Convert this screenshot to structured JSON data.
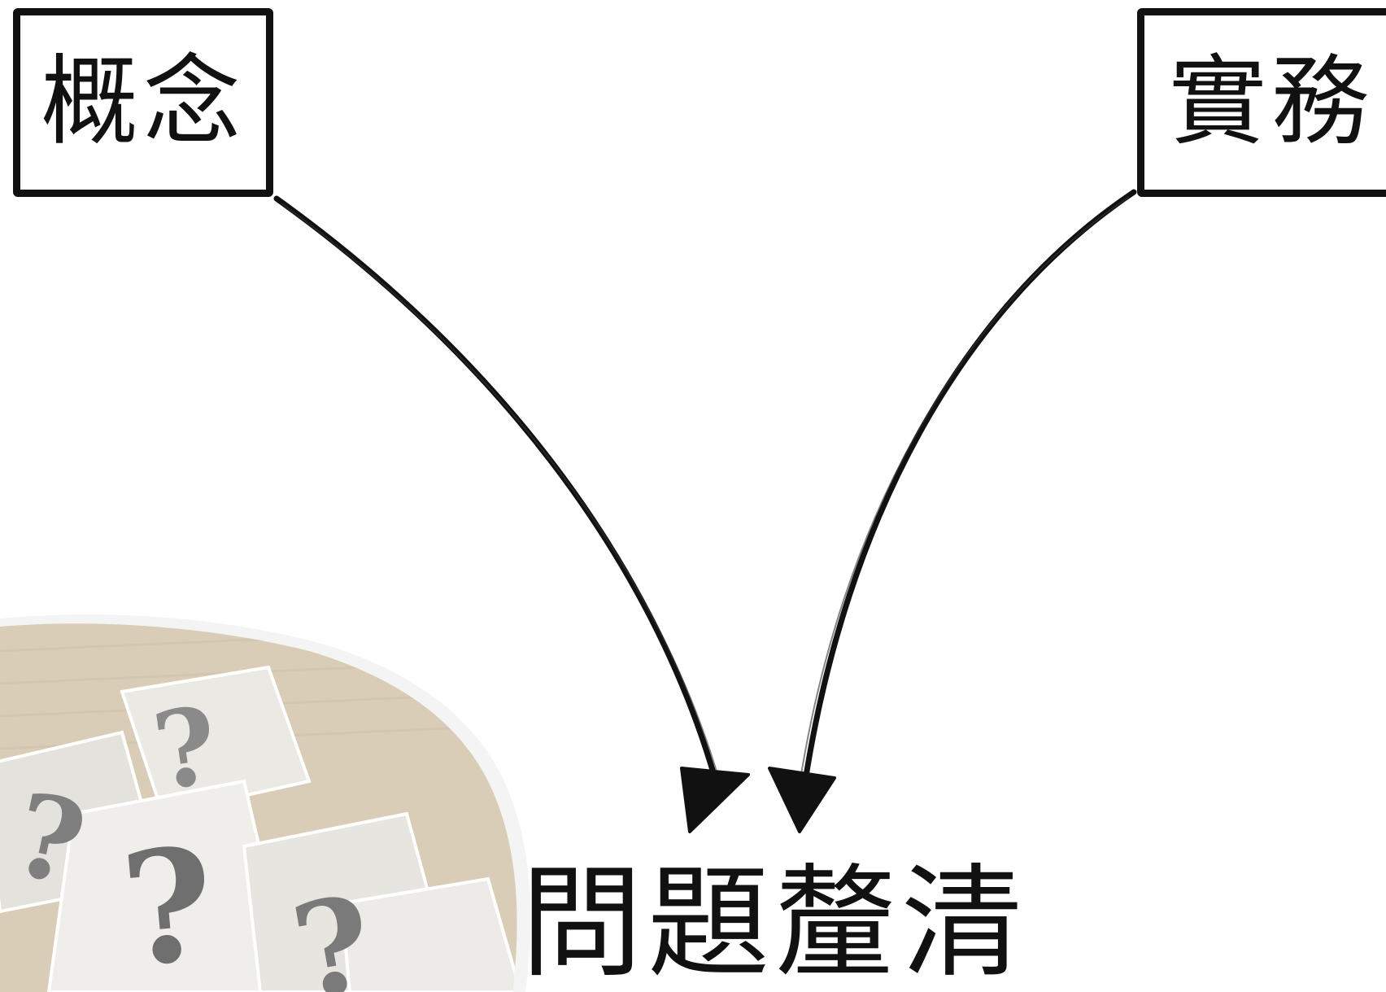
{
  "diagram": {
    "sources": [
      {
        "id": "concept",
        "label": "概念"
      },
      {
        "id": "practice",
        "label": "實務"
      }
    ],
    "target": {
      "id": "clarification",
      "label": "問題釐清"
    },
    "edges": [
      {
        "from": "concept",
        "to": "clarification"
      },
      {
        "from": "practice",
        "to": "clarification"
      }
    ]
  },
  "decoration": {
    "image": "crumpled-question-mark-papers"
  },
  "colors": {
    "ink": "#111111",
    "background": "#ffffff",
    "paper": "#e9e6df",
    "backdrop": "#d9cdb8",
    "question_mark": "#7a7a7a"
  }
}
